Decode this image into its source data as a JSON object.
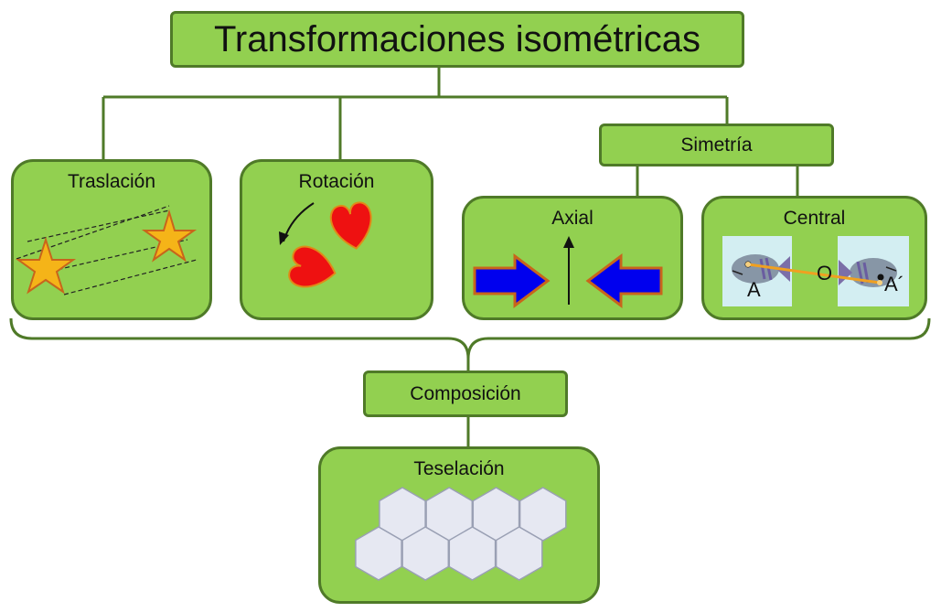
{
  "title": "Transformaciones isométricas",
  "nodes": {
    "traslacion": "Traslación",
    "rotacion": "Rotación",
    "simetria": "Simetría",
    "axial": "Axial",
    "central": "Central",
    "composicion": "Composición",
    "teselacion": "Teselación"
  },
  "central_labels": {
    "a": "A",
    "o": "O",
    "a_prime": "A´"
  },
  "colors": {
    "node_fill": "#92d050",
    "node_border": "#4f7a28",
    "connector": "#4f7a28",
    "star_fill": "#f5b418",
    "heart_fill": "#ee1111",
    "arrow_fill": "#0000ee",
    "arrow_border": "#c8651b",
    "hexagon_fill": "#e6e8f2"
  }
}
